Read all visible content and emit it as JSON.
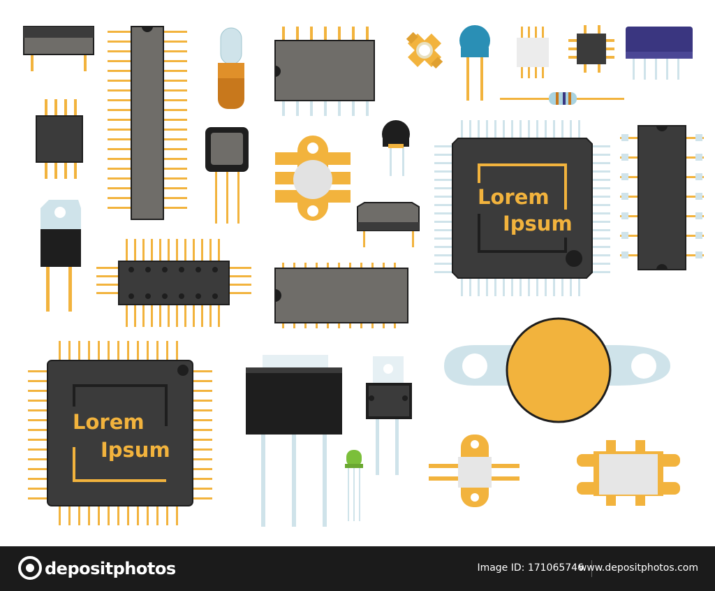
{
  "chips": {
    "large_chip": {
      "line1": "Lorem",
      "line2": "Ipsum"
    },
    "small_chip": {
      "line1": "Lorem",
      "line2": "Ipsum"
    }
  },
  "footer": {
    "brand": "depositphotos",
    "image_id": "Image ID: 171065746",
    "site": "www.depositphotos.com"
  },
  "watermark": "depositphotos",
  "colors": {
    "chip_body": "#3b3b3b",
    "chip_body_light": "#6f6d69",
    "pin_gold": "#f2b33d",
    "pin_light": "#cfe3ea",
    "outline": "#1e1e1e",
    "footer_bg": "#1b1b1b"
  }
}
